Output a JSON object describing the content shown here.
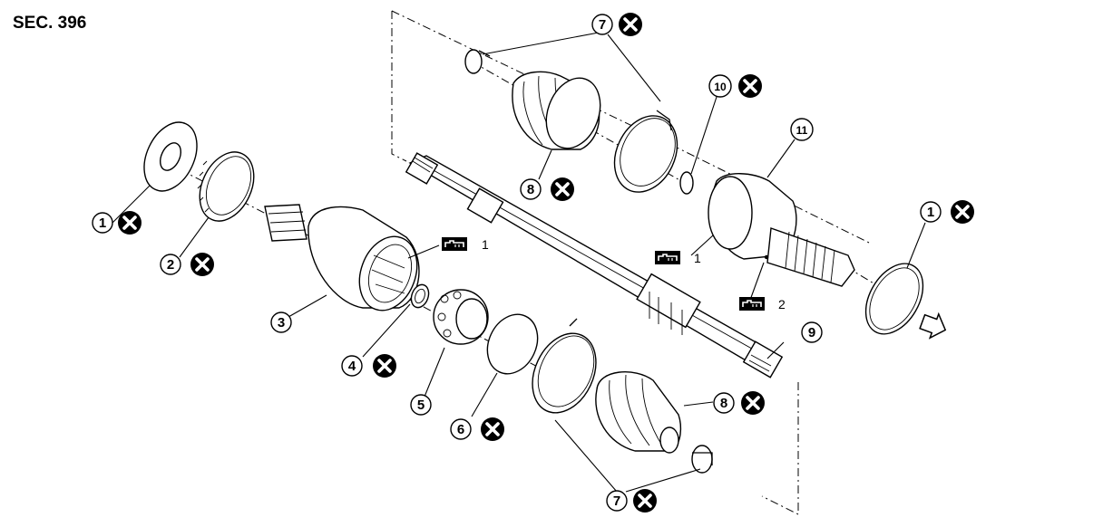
{
  "section_label": "SEC. 396",
  "callouts": [
    {
      "id": "c1a",
      "num": "1",
      "replace": true
    },
    {
      "id": "c2",
      "num": "2",
      "replace": true
    },
    {
      "id": "c3",
      "num": "3",
      "replace": false
    },
    {
      "id": "c4",
      "num": "4",
      "replace": true
    },
    {
      "id": "c5",
      "num": "5",
      "replace": false
    },
    {
      "id": "c6",
      "num": "6",
      "replace": true
    },
    {
      "id": "c7top",
      "num": "7",
      "replace": true
    },
    {
      "id": "c7bot",
      "num": "7",
      "replace": true
    },
    {
      "id": "c8top",
      "num": "8",
      "replace": true
    },
    {
      "id": "c8bot",
      "num": "8",
      "replace": true
    },
    {
      "id": "c9",
      "num": "9",
      "replace": false
    },
    {
      "id": "c10",
      "num": "10",
      "replace": true
    },
    {
      "id": "c11",
      "num": "11",
      "replace": false
    },
    {
      "id": "c1b",
      "num": "1",
      "replace": true
    }
  ],
  "grease_marks": [
    {
      "id": "g1",
      "num": "1"
    },
    {
      "id": "g2",
      "num": "1"
    },
    {
      "id": "g3",
      "num": "2"
    }
  ],
  "replace_icon": "replace-x-icon",
  "grease_icon": "grease-icon",
  "arrow_icon": "vehicle-front-arrow-icon"
}
